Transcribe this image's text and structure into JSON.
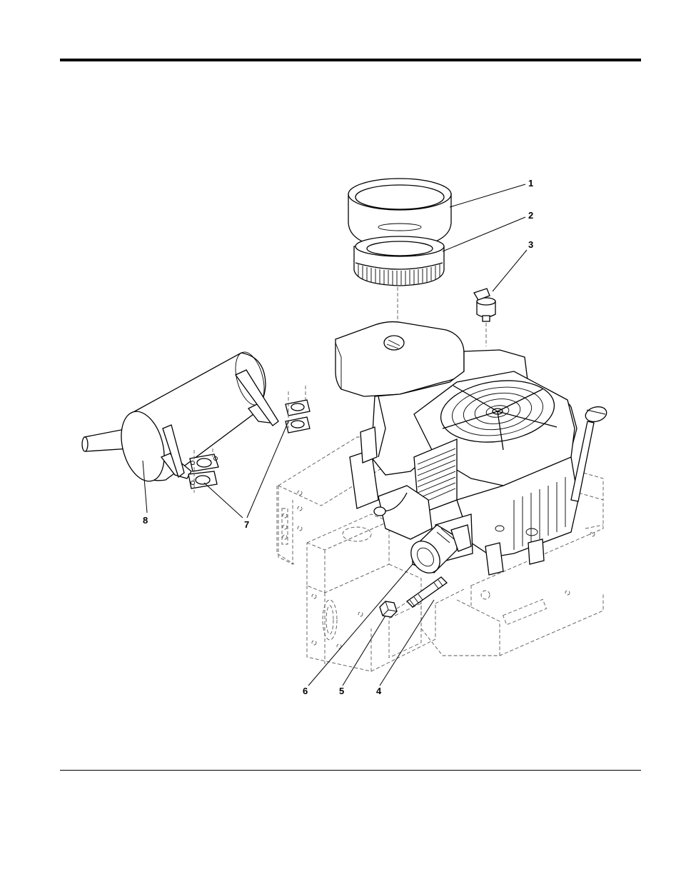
{
  "callouts": {
    "c1": "1",
    "c2": "2",
    "c3": "3",
    "c4": "4",
    "c5": "5",
    "c6": "6",
    "c7": "7",
    "c8": "8"
  },
  "colors": {
    "ink": "#000000",
    "dashed": "#555555",
    "paper": "#ffffff"
  }
}
